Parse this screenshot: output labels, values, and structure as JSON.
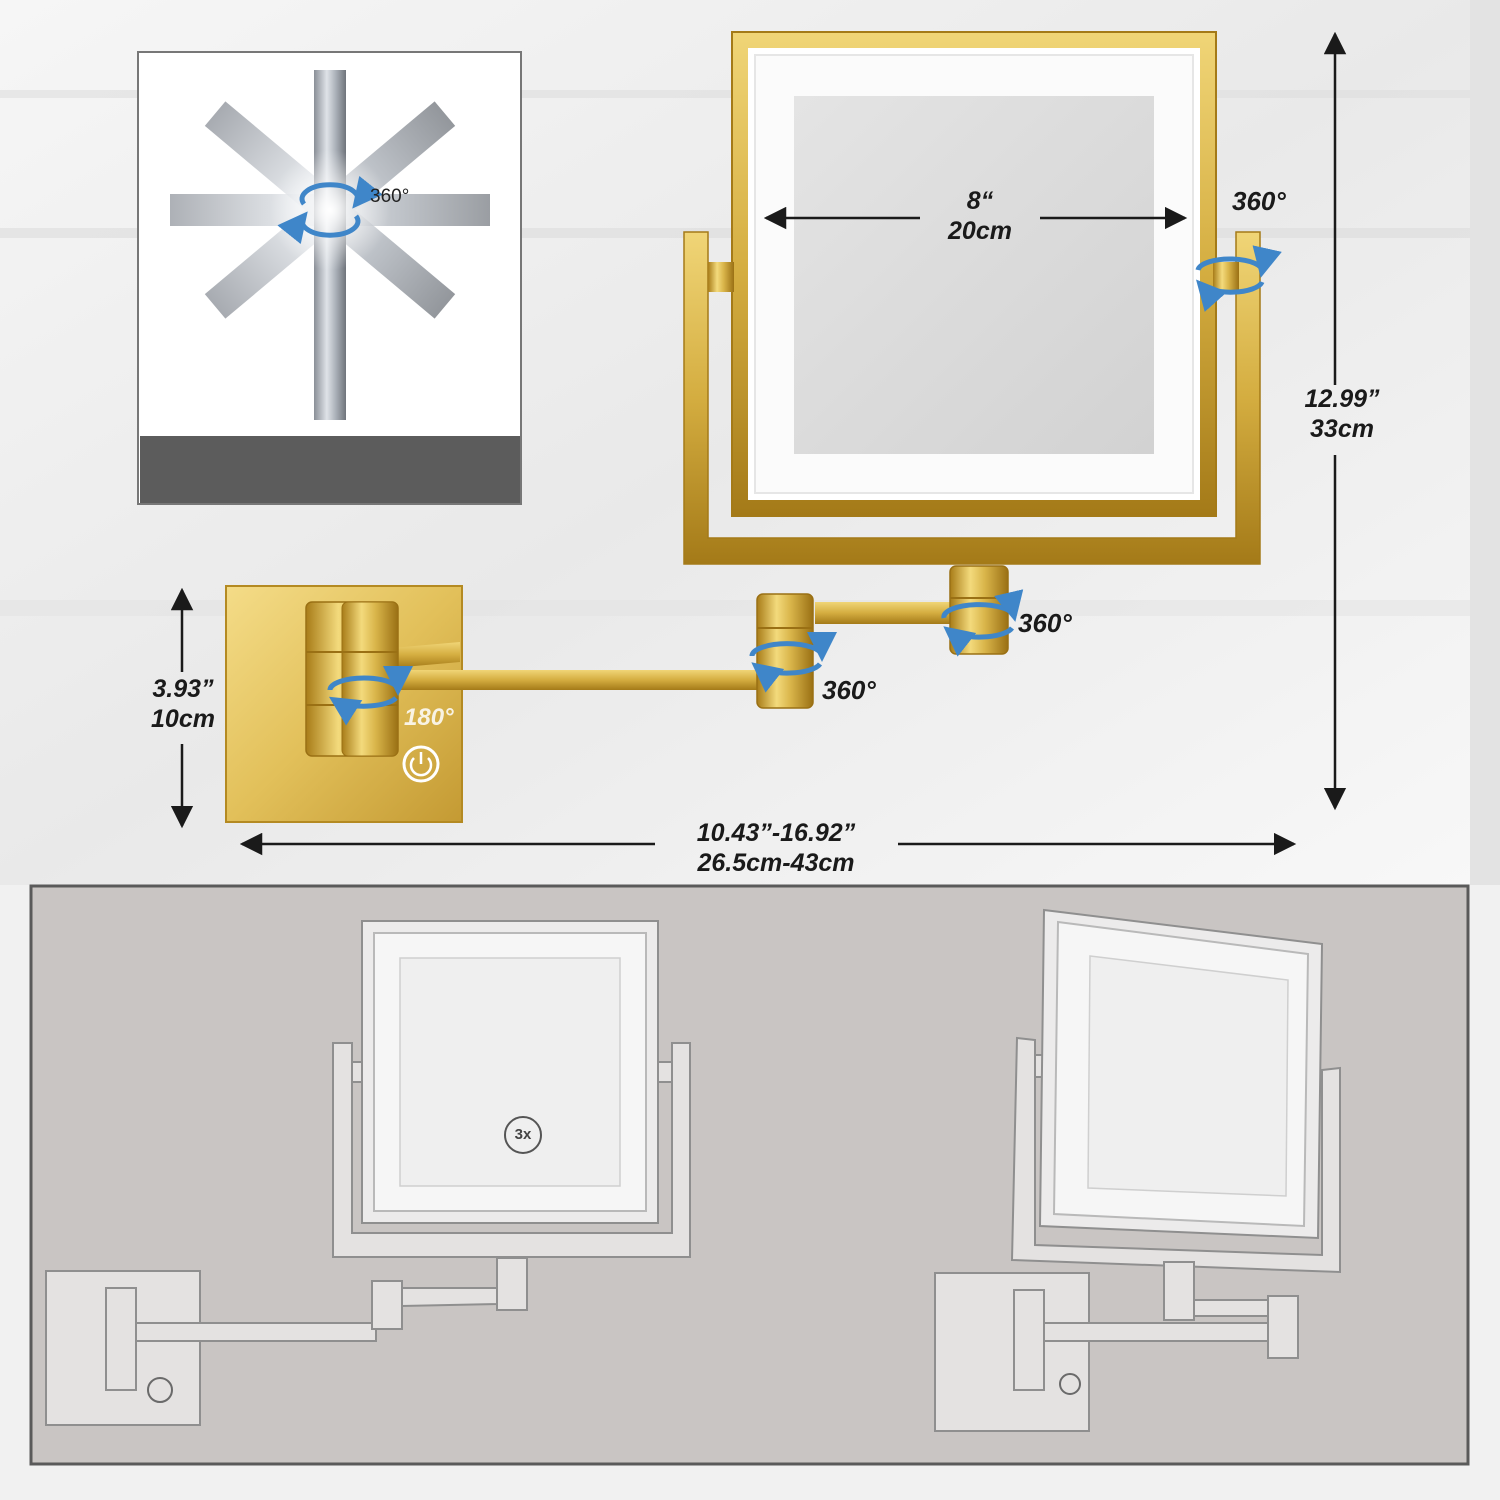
{
  "inset": {
    "rotation_label": "360°"
  },
  "top_mirror": {
    "width_label": "8“",
    "width_label_metric": "20cm",
    "height_label": "12.99”",
    "height_label_metric": "33cm",
    "side_rotation_label": "360°"
  },
  "arm": {
    "upper_joint_label": "360°",
    "middle_joint_label": "360°",
    "wall_joint_label": "180°",
    "base_height_label": "3.93”",
    "base_height_label_metric": "10cm",
    "reach_label": "10.43”-16.92”",
    "reach_label_metric": "26.5cm-43cm",
    "touch_button_icon": "power-icon"
  },
  "lower_panel": {
    "magnification_label": "3x"
  },
  "colors": {
    "gold": "#d9b54a",
    "gold_dark": "#b48a22",
    "arrow_blue": "#3f86c9",
    "panel_gray": "#c9c5c3",
    "sketch_gray": "#9a9a9a"
  }
}
